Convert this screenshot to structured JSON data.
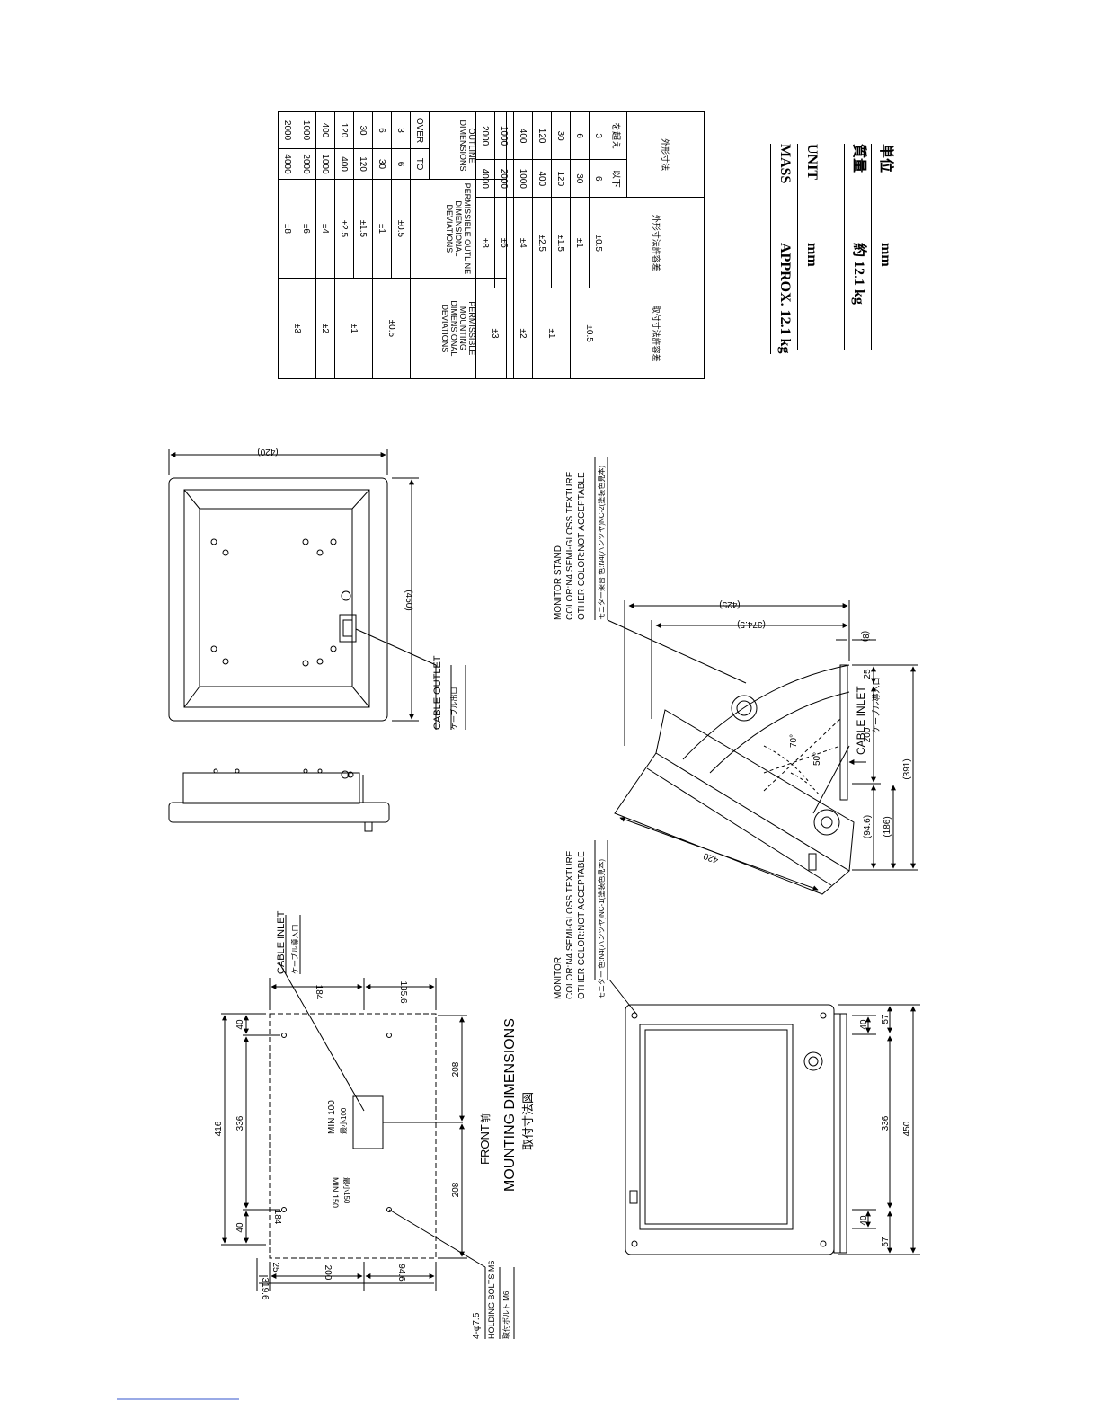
{
  "tolerance_table_en": {
    "header": {
      "outline": "OUTLINE DIMENSIONS",
      "over": "OVER",
      "to": "TO",
      "outline_dev": "PERMISSIBLE OUTLINE DIMENSIONAL DEVIATIONS",
      "mount_dev": "PERMISSIBLE MOUNTING DIMENSIONAL DEVIATIONS"
    },
    "rows": [
      {
        "over": "3",
        "to": "6",
        "outline": "±0.5",
        "mount": "±0.5"
      },
      {
        "over": "6",
        "to": "30",
        "outline": "±1",
        "mount": ""
      },
      {
        "over": "30",
        "to": "120",
        "outline": "±1.5",
        "mount": "±1"
      },
      {
        "over": "120",
        "to": "400",
        "outline": "±2.5",
        "mount": "±1"
      },
      {
        "over": "400",
        "to": "1000",
        "outline": "±4",
        "mount": "±2"
      },
      {
        "over": "1000",
        "to": "2000",
        "outline": "±6",
        "mount": "±3"
      },
      {
        "over": "2000",
        "to": "4000",
        "outline": "±8",
        "mount": ""
      }
    ]
  },
  "tolerance_table_jp": {
    "header": {
      "outline": "外形寸法",
      "over": "を超え",
      "to": "以下",
      "outline_dev": "外形寸法許容差",
      "mount_dev": "取付寸法許容差"
    },
    "rows": [
      {
        "over": "3",
        "to": "6",
        "outline": "±0.5",
        "mount": "±0.5"
      },
      {
        "over": "6",
        "to": "30",
        "outline": "±1",
        "mount": ""
      },
      {
        "over": "30",
        "to": "120",
        "outline": "±1.5",
        "mount": "±1"
      },
      {
        "over": "120",
        "to": "400",
        "outline": "±2.5",
        "mount": "±1"
      },
      {
        "over": "400",
        "to": "1000",
        "outline": "±4",
        "mount": "±2"
      },
      {
        "over": "1000",
        "to": "2000",
        "outline": "±6",
        "mount": "±3"
      },
      {
        "over": "2000",
        "to": "4000",
        "outline": "±8",
        "mount": ""
      }
    ]
  },
  "mass_block": {
    "mass_label": "MASS",
    "mass_value": "APPROX. 12.1 kg",
    "unit_label": "UNIT",
    "unit_value": "mm",
    "mass_label_jp": "質量",
    "mass_value_jp": "約 12.1 kg",
    "unit_label_jp": "単位",
    "unit_value_jp": "mm"
  },
  "rear_view": {
    "width_dim": "(420)",
    "height_dim": "(450)",
    "cable_outlet": "CABLE OUTLET",
    "cable_outlet_jp": "ケーブル出口"
  },
  "stand_view": {
    "note_en_1": "MONITOR STAND",
    "note_en_2": "COLOR:N4 SEMI-GLOSS TEXTURE",
    "note_en_3": "OTHER COLOR:NOT ACCEPTABLE",
    "note_jp": "モニター架台 色:N4(ハンツヤ)NC-2(塗装色見本)",
    "dim_425": "(425)",
    "dim_3745": "(374.5)",
    "dim_8": "(8)",
    "dim_420": "420",
    "dim_25": "25",
    "dim_200": "200",
    "dim_946": "(94.6)",
    "dim_186": "(186)",
    "dim_391": "(391)",
    "angle_70": "70°",
    "angle_50": "50°",
    "cable_inlet": "CABLE INLET",
    "cable_inlet_jp": "ケーブル導入口"
  },
  "front_view": {
    "note_en_1": "MONITOR",
    "note_en_2": "COLOR:N4 SEMI-GLOSS TEXTURE",
    "note_en_3": "OTHER COLOR:NOT ACCEPTABLE",
    "note_jp": "モニター 色:N4(ハンツヤ)NC-1(塗装色見本)",
    "dim_40a": "40",
    "dim_57a": "57",
    "dim_336": "336",
    "dim_450": "450",
    "dim_40b": "40",
    "dim_57b": "57"
  },
  "mounting": {
    "title": "MOUNTING DIMENSIONS",
    "title_jp": "取付寸法図",
    "front": "FRONT",
    "front_jp": "前",
    "cable_inlet": "CABLE INLET",
    "cable_inlet_jp": "ケーブル導入口",
    "holding_bolts": "HOLDING BOLTS M6",
    "holding_bolts_jp": "取付ボルト M6",
    "hole_spec": "4-φ7.5",
    "min_100": "MIN 100",
    "min_100_jp": "最小100",
    "min_150": "MIN 150",
    "min_150_jp": "最小150",
    "d416": "416",
    "d336": "336",
    "d40a": "40",
    "d40b": "40",
    "d208a": "208",
    "d208b": "208",
    "d184": "184",
    "d1356": "135.6",
    "d3196": "319.6",
    "d200": "200",
    "d25": "25",
    "d946": "94.6"
  }
}
